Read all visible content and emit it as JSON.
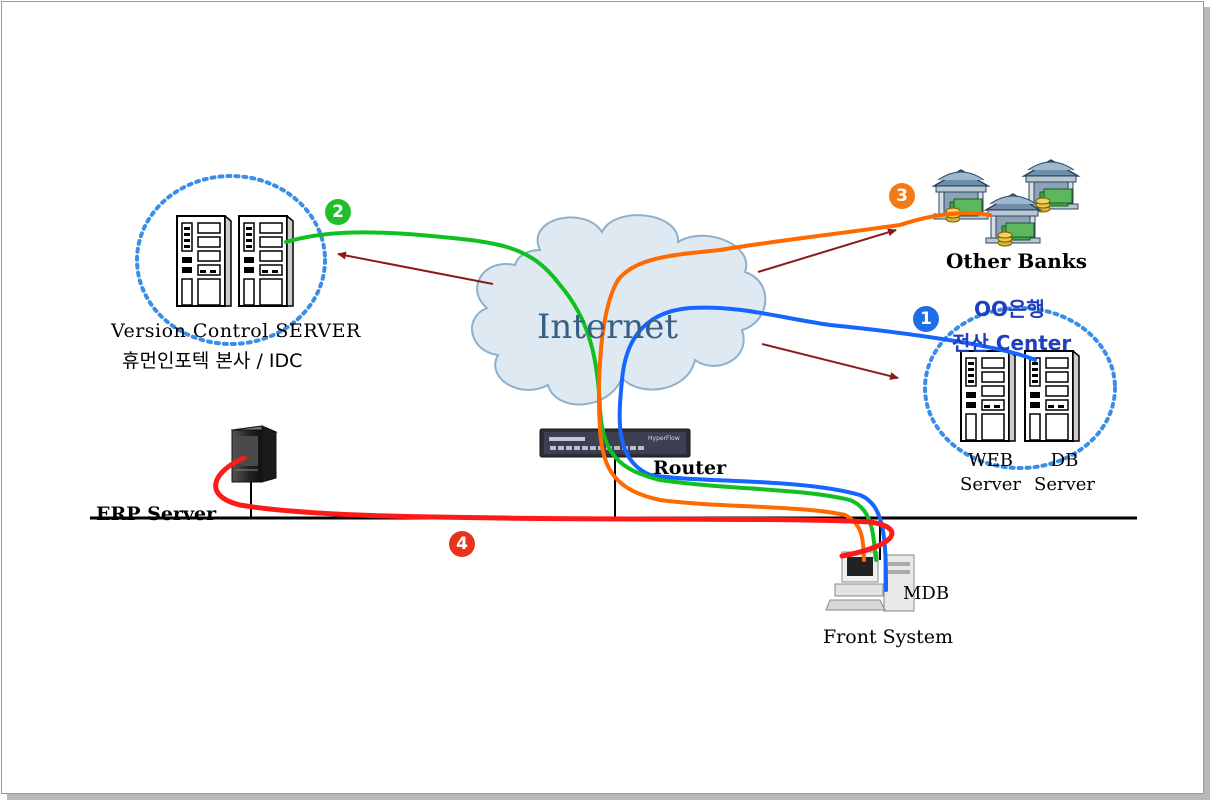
{
  "labels": {
    "internet": "Internet",
    "version_server_line1": "Version Control SERVER",
    "version_server_line2": "휴먼인포텍 본사 / IDC",
    "other_banks": "Other Banks",
    "bank_name": "OO은행",
    "bank_center": "전산 Center",
    "web_server": "WEB\nServer",
    "db_server": "DB\nServer",
    "router": "Router",
    "erp_server": "ERP Server",
    "mdb": "MDB",
    "front_system": "Front System",
    "router_brand": "HyperFlow"
  },
  "badges": [
    {
      "text": "1",
      "color": "#1e6fe6"
    },
    {
      "text": "2",
      "color": "#1fbf2b"
    },
    {
      "text": "3",
      "color": "#f27a17"
    },
    {
      "text": "4",
      "color": "#e8331c"
    }
  ],
  "colors": {
    "path_1": "#1565ff",
    "path_2": "#10c020",
    "path_3": "#ff6a00",
    "path_4": "#ff1a1a",
    "arrows": "#8b1a1a",
    "dotted_circle": "#3a8ee8",
    "cloud_fill": "#dfe9f1",
    "cloud_stroke": "#8fb0cc",
    "internet_text": "#365f86",
    "bank_label": "#1f3fbf"
  }
}
